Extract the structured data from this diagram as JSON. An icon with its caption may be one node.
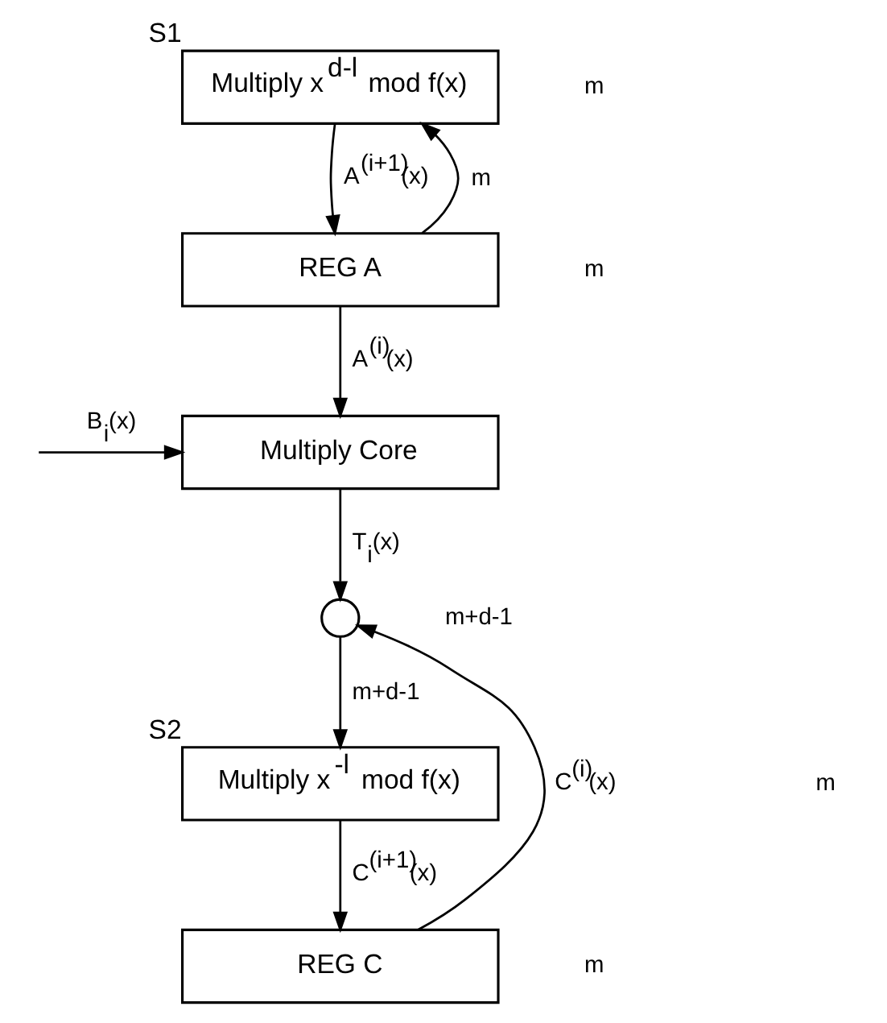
{
  "diagram": {
    "nodes": [
      {
        "text": [
          "Multiply x$^{d-l}$ mod f(x)"
        ],
        "beside": [
          "S1"
        ]
      },
      {
        "text": [
          "REG A"
        ]
      },
      {
        "text": [
          "Multiply Core"
        ]
      },
      {
        "text": [],
        "shape": "circle"
      },
      {
        "text": [
          "Multiply x$^{-l}$ mod f(x)"
        ],
        "beside": [
          "S2"
        ]
      },
      {
        "text": [
          "REG C"
        ]
      }
    ],
    "edges": [
      {
        "from": 0,
        "to": 1,
        "arrow": "to",
        "label": "A$^{(i+1)}$(x)"
      },
      {
        "from": 1,
        "to": 0,
        "arrow": "to",
        "label": "m"
      },
      {
        "from": 1,
        "to": 2,
        "arrow": "to",
        "label": "A$^{(i)}$(x)"
      },
      {
        "from": null,
        "to": 2,
        "arrow": "to",
        "label": "B$_{i}$(x)"
      },
      {
        "from": 2,
        "to": 3,
        "arrow": "to",
        "label": "T$_{i}$(x)"
      },
      {
        "from": 3,
        "to": 4,
        "arrow": "to",
        "label": "m+d-1"
      },
      {
        "from": 4,
        "to": 5,
        "arrow": "to",
        "label": "C$^{(i+1)}$(x)"
      },
      {
        "from": 5,
        "to": 3,
        "arrow": "to",
        "label": "C$^{(i)}$(x)"
      }
    ],
    "labels": [
      "m",
      "m",
      "m+d-1",
      "m",
      "m"
    ]
  }
}
